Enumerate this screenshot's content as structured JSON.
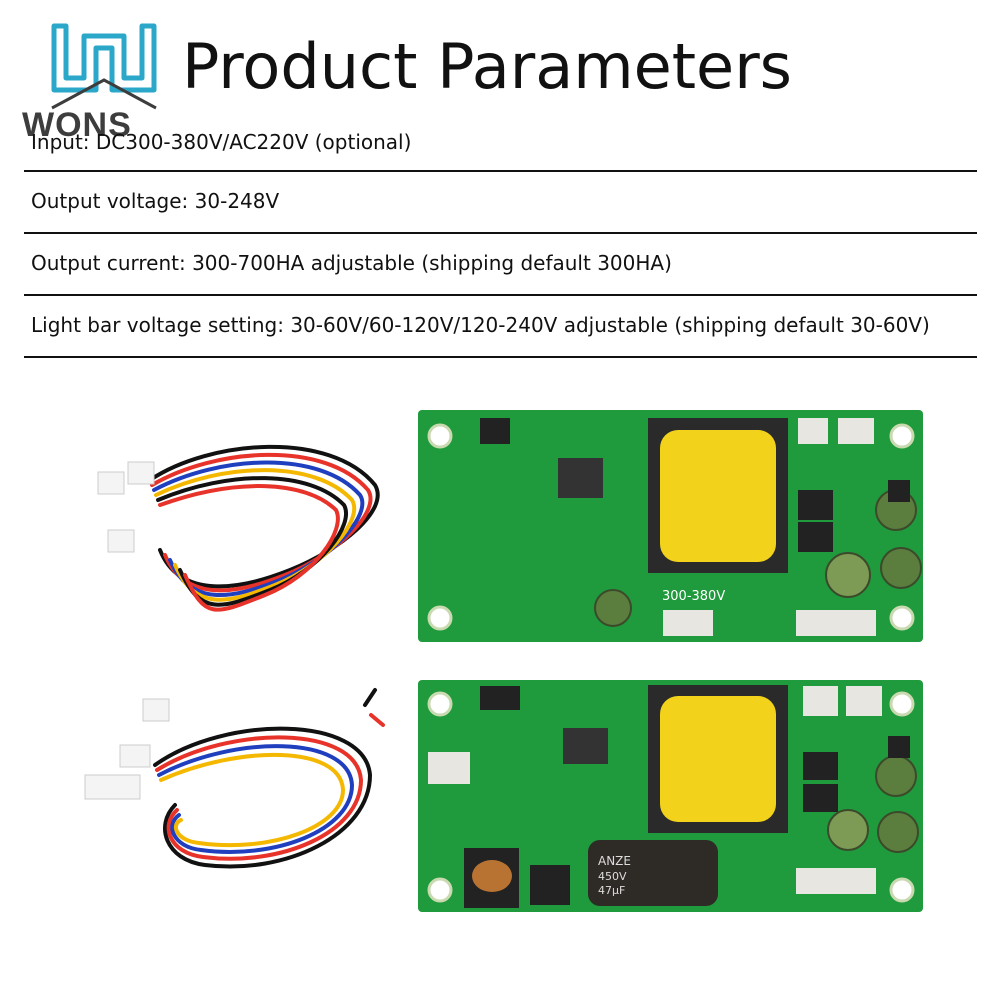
{
  "brand": {
    "logo_text": "WONS"
  },
  "title": "Product Parameters",
  "parameters": [
    "Input: DC300-380V/AC220V (optional)",
    "Output voltage: 30-248V",
    "Output current: 300-700HA adjustable (shipping default 300HA)",
    "Light bar voltage setting: 30-60V/60-120V/120-240V adjustable (shipping default 30-60V)"
  ],
  "board_labels": {
    "top_voltage": "300-380V",
    "cap_brand": "ANZE",
    "cap_voltage": "450V",
    "cap_value": "47µF"
  },
  "colors": {
    "pcb": "#1f9a3c",
    "transformer": "#f2d21b",
    "logo": "#2aa7c9"
  }
}
